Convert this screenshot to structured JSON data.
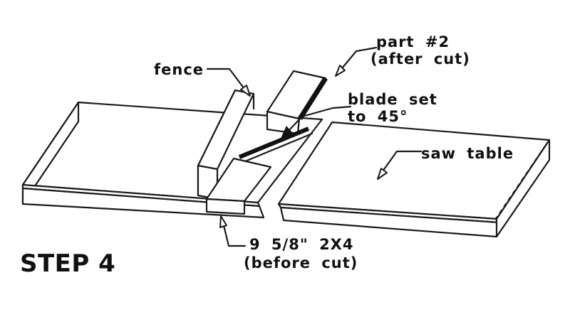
{
  "page": {
    "background": "#ffffff",
    "step_label": "STEP 4"
  },
  "diagram": {
    "kind": "table-saw bevel cut illustration",
    "colors": {
      "line": "#1a1a1a",
      "text": "#111111",
      "blade_band": "#111111",
      "background": "#ffffff"
    },
    "labels": {
      "fence": "fence",
      "part2_line1": "part #2",
      "part2_line2": "(after cut)",
      "blade_line1": "blade set",
      "blade_line2": "to 45°",
      "saw_table": "saw table",
      "lumber_line1": "9 5/8\" 2X4",
      "lumber_line2": "(before cut)"
    }
  }
}
